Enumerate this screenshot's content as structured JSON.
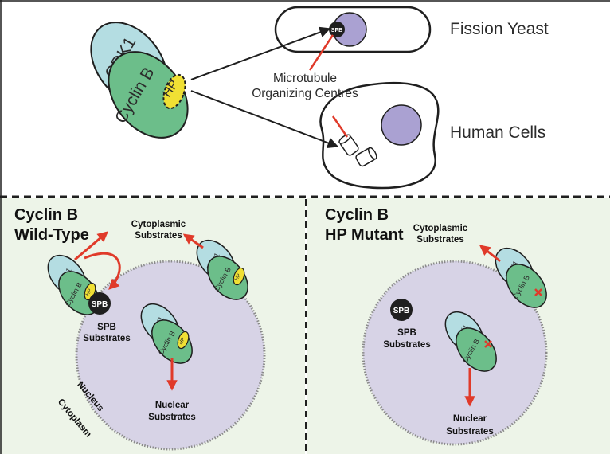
{
  "colors": {
    "cdk1": "#b4dde2",
    "cyclin_b": "#6cbe8a",
    "hp": "#f0e034",
    "nucleus": "#d7d3e6",
    "spb_nucleus": "#aaa1d2",
    "panel_bg": "#edf4e8",
    "arrow_red": "#e03a2a",
    "outline": "#1f1f1f"
  },
  "top": {
    "complex": {
      "cdk1": "CDK1",
      "cyclin": "Cyclin B",
      "hp": "HP"
    },
    "fission_yeast": "Fission Yeast",
    "human_cells": "Human Cells",
    "mtoc_line1": "Microtubule",
    "mtoc_line2": "Organizing Centres",
    "spb": "SPB"
  },
  "left_panel": {
    "title_line1": "Cyclin B",
    "title_line2": "Wild-Type",
    "cyto_line1": "Cytoplasmic",
    "cyto_line2": "Substrates",
    "spb": "SPB",
    "spb_sub_line1": "SPB",
    "spb_sub_line2": "Substrates",
    "nuclear_line1": "Nuclear",
    "nuclear_line2": "Substrates",
    "nucleus": "Nucleus",
    "cytoplasm": "Cytoplasm",
    "cdk1": "CDK1",
    "cyclin": "Cyclin B",
    "hp": "HP"
  },
  "right_panel": {
    "title_line1": "Cyclin B",
    "title_line2": "HP Mutant",
    "cyto_line1": "Cytoplasmic",
    "cyto_line2": "Substrates",
    "spb": "SPB",
    "spb_sub_line1": "SPB",
    "spb_sub_line2": "Substrates",
    "nuclear_line1": "Nuclear",
    "nuclear_line2": "Substrates",
    "cdk1": "CDK1",
    "cyclin": "Cyclin B"
  }
}
